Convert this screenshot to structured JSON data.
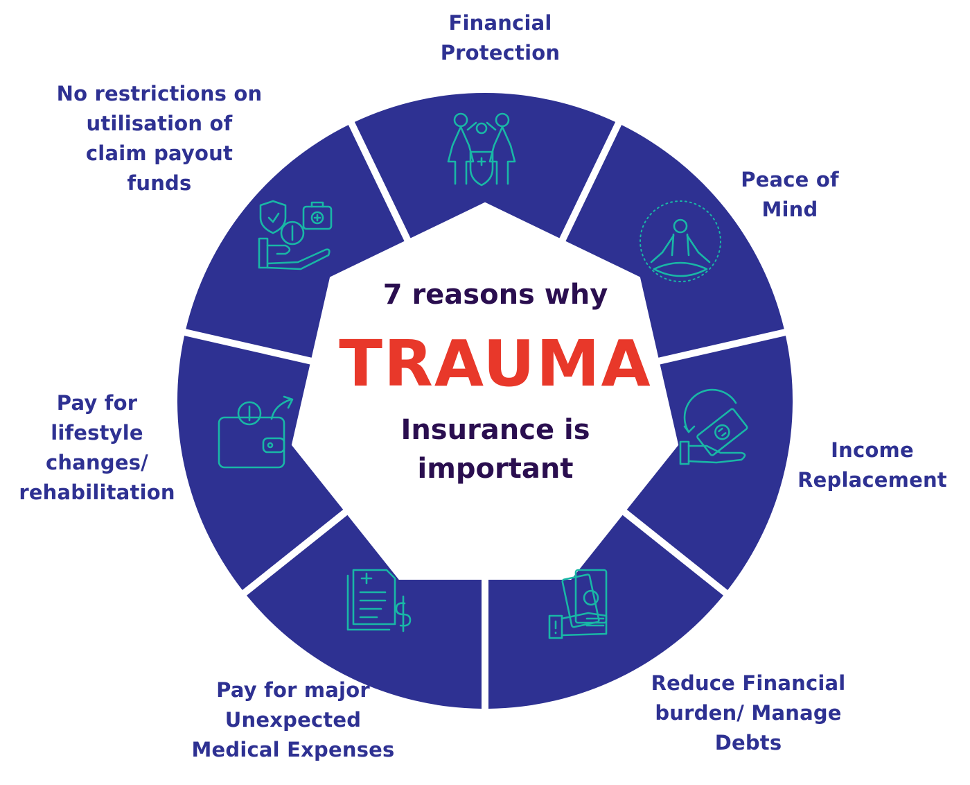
{
  "center": {
    "line1": "7 reasons why",
    "highlight": "TRAUMA",
    "line2": "Insurance is\nimportant"
  },
  "reasons": [
    {
      "label": "Financial\nProtection",
      "icon": "family-protection-icon"
    },
    {
      "label": "Peace of\nMind",
      "icon": "meditation-icon"
    },
    {
      "label": "Income\nReplacement",
      "icon": "money-cycle-hand-icon"
    },
    {
      "label": "Reduce Financial\nburden/ Manage\nDebts",
      "icon": "cash-in-hand-icon"
    },
    {
      "label": "Pay for major\nUnexpected\nMedical Expenses",
      "icon": "medical-bill-icon"
    },
    {
      "label": "Pay for\nlifestyle\nchanges/\nrehabilitation",
      "icon": "wallet-coin-icon"
    },
    {
      "label": "No restrictions on\nutilisation of\nclaim payout\nfunds",
      "icon": "hand-money-medical-icon"
    }
  ],
  "colors": {
    "segment": "#2e3192",
    "icon": "#19b7a6",
    "label": "#2e3192",
    "highlight": "#e8382a",
    "center_text": "#2a0e4f"
  }
}
